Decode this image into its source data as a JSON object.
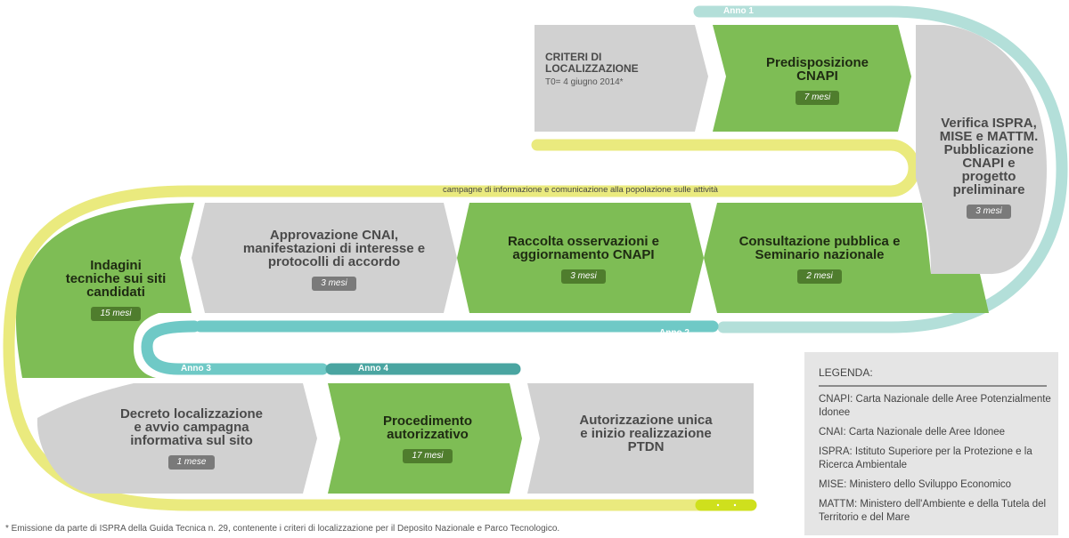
{
  "steps": {
    "criteri": {
      "line1": "CRITERI DI",
      "line2": "LOCALIZZAZIONE",
      "sub": "T0= 4 giugno 2014*"
    },
    "predisposizione": {
      "title": "Predisposizione CNAPI",
      "duration": "7 mesi"
    },
    "verifica": {
      "title": "Verifica ISPRA, MISE e MATTM. Pubblicazione CNAPI e progetto preliminare",
      "duration": "3 mesi"
    },
    "consultazione": {
      "title": "Consultazione pubblica e Seminario nazionale",
      "duration": "2 mesi"
    },
    "raccolta": {
      "title": "Raccolta osservazioni e aggiornamento CNAPI",
      "duration": "3 mesi"
    },
    "approvazione": {
      "title": "Approvazione CNAI, manifestazioni di interesse e protocolli di accordo",
      "duration": "3 mesi"
    },
    "indagini": {
      "title": "Indagini tecniche sui siti candidati",
      "duration": "15 mesi"
    },
    "decreto": {
      "title": "Decreto localizzazione e avvio campagna informativa sul sito",
      "duration": "1 mese"
    },
    "procedimento": {
      "title": "Procedimento autorizzativo",
      "duration": "17 mesi"
    },
    "autorizzazione": {
      "title": "Autorizzazione unica e inizio realizzazione PTDN"
    }
  },
  "years": {
    "anno1": "Anno 1",
    "anno2": "Anno 2",
    "anno3": "Anno 3",
    "anno4": "Anno 4"
  },
  "campaign_label": "campagne di informazione e comunicazione alla popolazione sulle attività",
  "legend": {
    "title": "LEGENDA:",
    "items": [
      "CNAPI: Carta Nazionale delle Aree Potenzialmente Idonee",
      "CNAI: Carta Nazionale delle Aree Idonee",
      "ISPRA: Istituto Superiore per la Protezione e la Ricerca Ambientale",
      "MISE: Ministero dello Sviluppo Economico",
      "MATTM: Ministero dell'Ambiente e della Tutela del Territorio e del Mare"
    ]
  },
  "footnote": "* Emissione da parte di ISPRA della Guida Tecnica n. 29, contenente i criteri di localizzazione per il Deposito Nazionale e Parco Tecnologico.",
  "colors": {
    "grey_step": "#d1d1d1",
    "green_step": "#7ebd55",
    "yellow_band": "#eaea7e",
    "teal_light": "#b3dfd9",
    "teal": "#6fc9c6",
    "teal_dark": "#4aa5a1",
    "lime_dot": "#cfe01d"
  }
}
